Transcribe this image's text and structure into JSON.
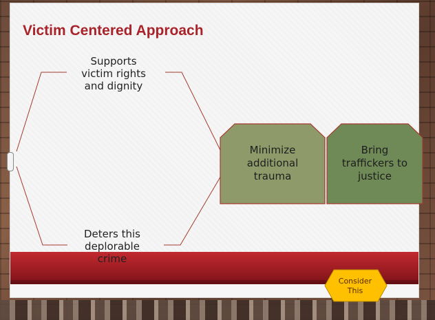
{
  "slide": {
    "title": "Victim Centered Approach",
    "left_items": [
      {
        "text": "Supports victim rights and dignity",
        "lines": [
          "Supports",
          "victim rights",
          "and dignity"
        ]
      },
      {
        "text": "Deters this deplorable crime",
        "lines": [
          "Deters this",
          "deplorable",
          "crime"
        ]
      }
    ],
    "boxes": [
      {
        "lines": [
          "Minimize",
          "additional",
          "trauma"
        ]
      },
      {
        "lines": [
          "Bring",
          "traffickers to",
          "justice"
        ]
      }
    ],
    "consider": {
      "lines": [
        "Consider",
        "This"
      ]
    }
  },
  "colors": {
    "title": "#a8232a",
    "box_fill": "#8f9a6a",
    "box_fill_2": "#6f8a56",
    "box_border": "#a33a2e",
    "band": "#a8232a",
    "consider_fill": "#ffc000"
  }
}
